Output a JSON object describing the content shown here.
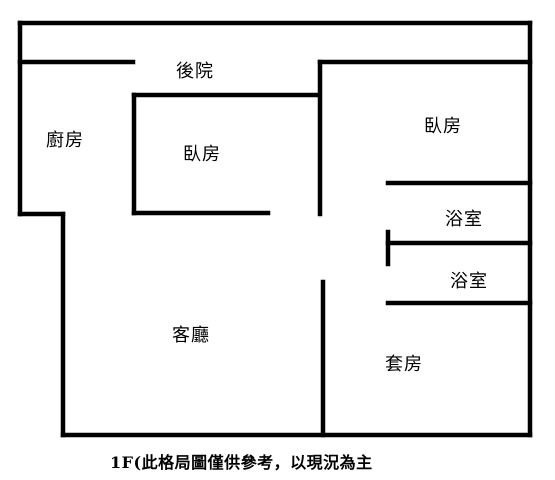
{
  "floor_plan": {
    "rooms": {
      "backyard": "後院",
      "kitchen": "廚房",
      "bedroom_left": "臥房",
      "bedroom_right": "臥房",
      "bathroom_1": "浴室",
      "bathroom_2": "浴室",
      "living_room": "客廳",
      "suite": "套房"
    },
    "caption": "1F(此格局圖僅供參考，以現況為主"
  }
}
